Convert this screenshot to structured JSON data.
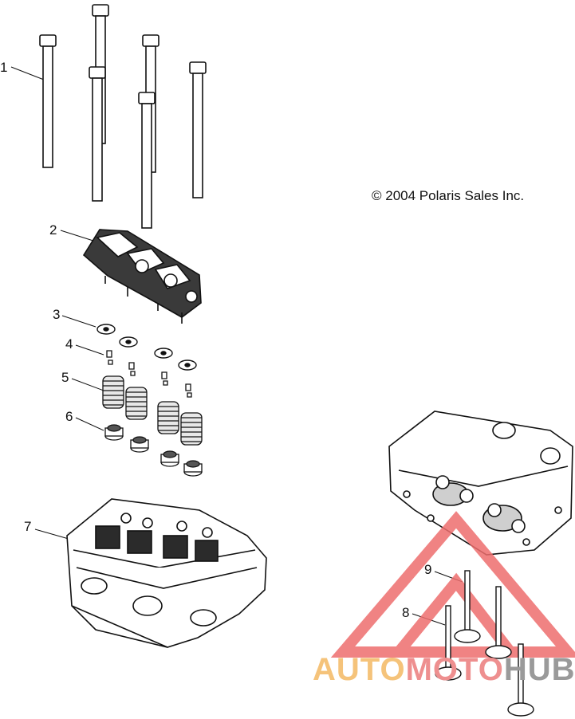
{
  "copyright": "© 2004 Polaris Sales Inc.",
  "callouts": [
    {
      "id": "1",
      "label": "1"
    },
    {
      "id": "2",
      "label": "2"
    },
    {
      "id": "3",
      "label": "3"
    },
    {
      "id": "4",
      "label": "4"
    },
    {
      "id": "5",
      "label": "5"
    },
    {
      "id": "6",
      "label": "6"
    },
    {
      "id": "7",
      "label": "7"
    },
    {
      "id": "8",
      "label": "8"
    },
    {
      "id": "9",
      "label": "9"
    }
  ],
  "watermark": {
    "part_a": "AUTO",
    "part_b": "MOTO",
    "part_c": "HUB",
    "colors": {
      "a": "#f5c37a",
      "b": "#ee8f8f",
      "c": "#9a9a9a",
      "logo": "#ee6e6e"
    }
  }
}
